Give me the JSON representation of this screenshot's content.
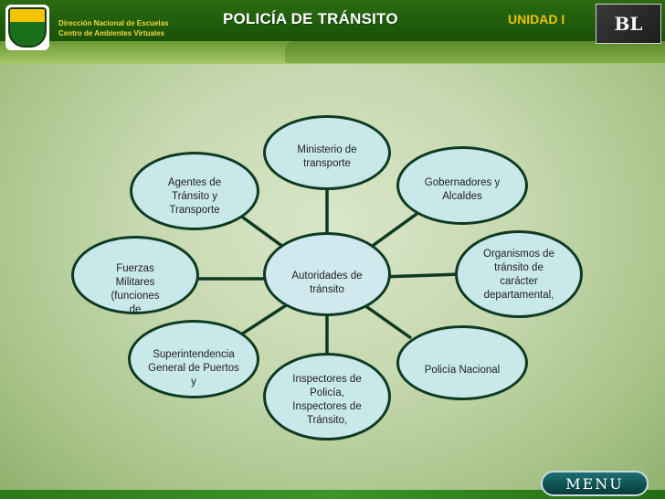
{
  "header": {
    "org_line_1": "Dirección Nacional de Escuelas",
    "org_line_2": "Centro de Ambientes Virtuales",
    "title": "POLICÍA DE TRÁNSITO",
    "unit": "UNIDAD I",
    "logo_text": "BL"
  },
  "diagram": {
    "center": "Autoridades de tránsito",
    "nodes": {
      "ministerio": "Ministerio de transporte",
      "gobernadores": "Gobernadores y Alcaldes",
      "organismos": "Organismos de tránsito de carácter departamental,",
      "policia": "Policía Nacional",
      "inspectores": "Inspectores de Policía, Inspectores de Tránsito,",
      "superintendencia": "Superintendencia General de Puertos y",
      "fuerzas": "Fuerzas Militares (funciones de",
      "agentes": "Agentes de Tránsito y Transporte"
    }
  },
  "footer": {
    "menu_label": "MENU"
  },
  "colors": {
    "header_green": "#1e5a0a",
    "node_fill": "#c9e8ea",
    "node_border": "#0d3b22",
    "title_gold": "#f2c200"
  }
}
